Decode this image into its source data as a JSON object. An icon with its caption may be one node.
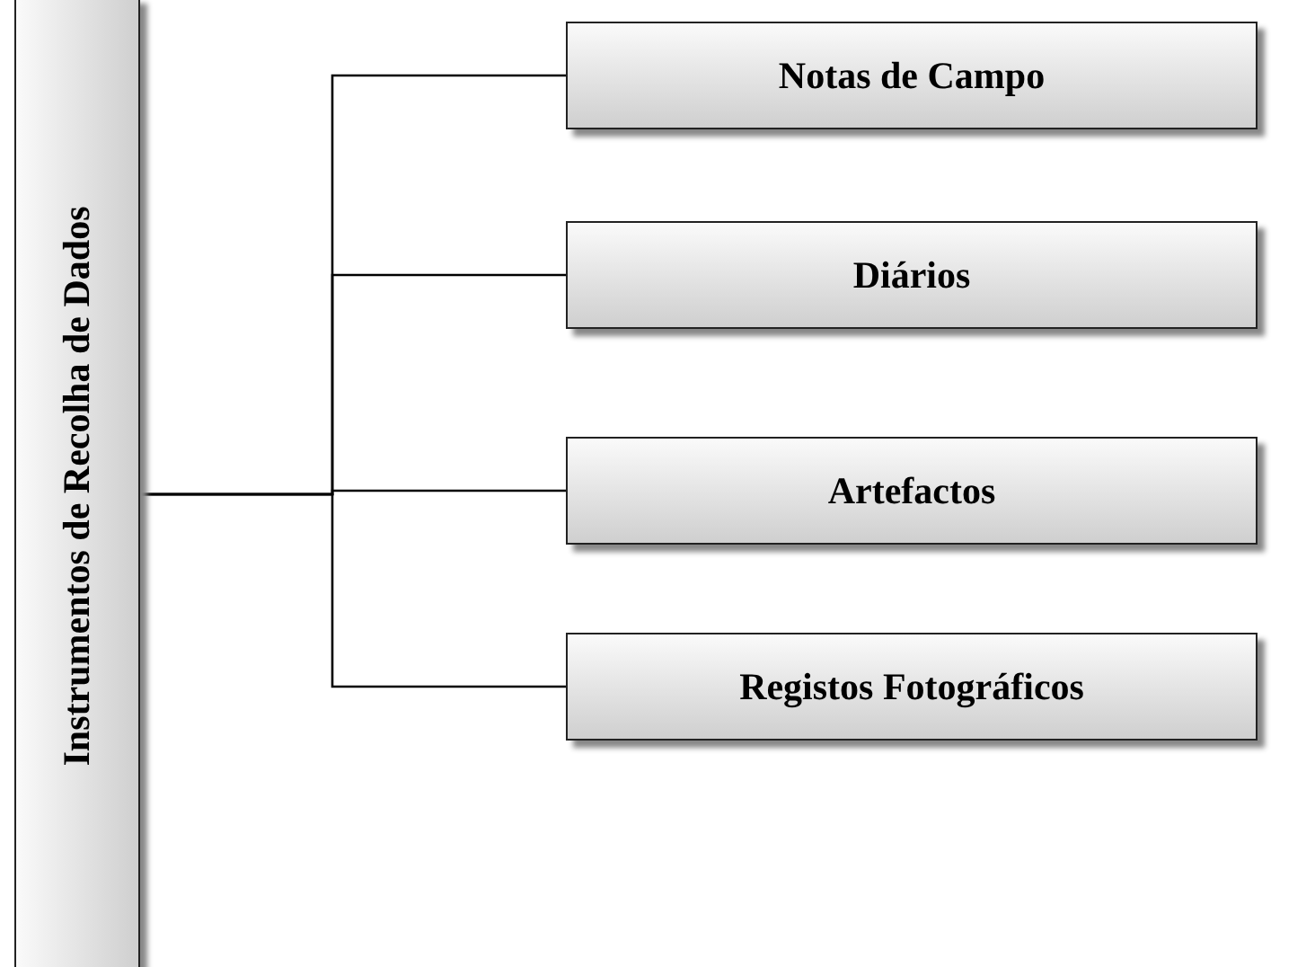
{
  "diagram": {
    "nodes": [
      {
        "text": [
          "Instrumentos de Recolha de Dados"
        ]
      },
      {
        "text": [
          "Notas de Campo"
        ]
      },
      {
        "text": [
          "Diários"
        ]
      },
      {
        "text": [
          "Artefactos"
        ]
      },
      {
        "text": [
          "Registos Fotográficos"
        ]
      }
    ],
    "edges": [
      {
        "from": 0,
        "to": 1,
        "arrow": "none"
      },
      {
        "from": 0,
        "to": 2,
        "arrow": "none"
      },
      {
        "from": 0,
        "to": 3,
        "arrow": "none"
      },
      {
        "from": 0,
        "to": 4,
        "arrow": "none"
      }
    ]
  }
}
